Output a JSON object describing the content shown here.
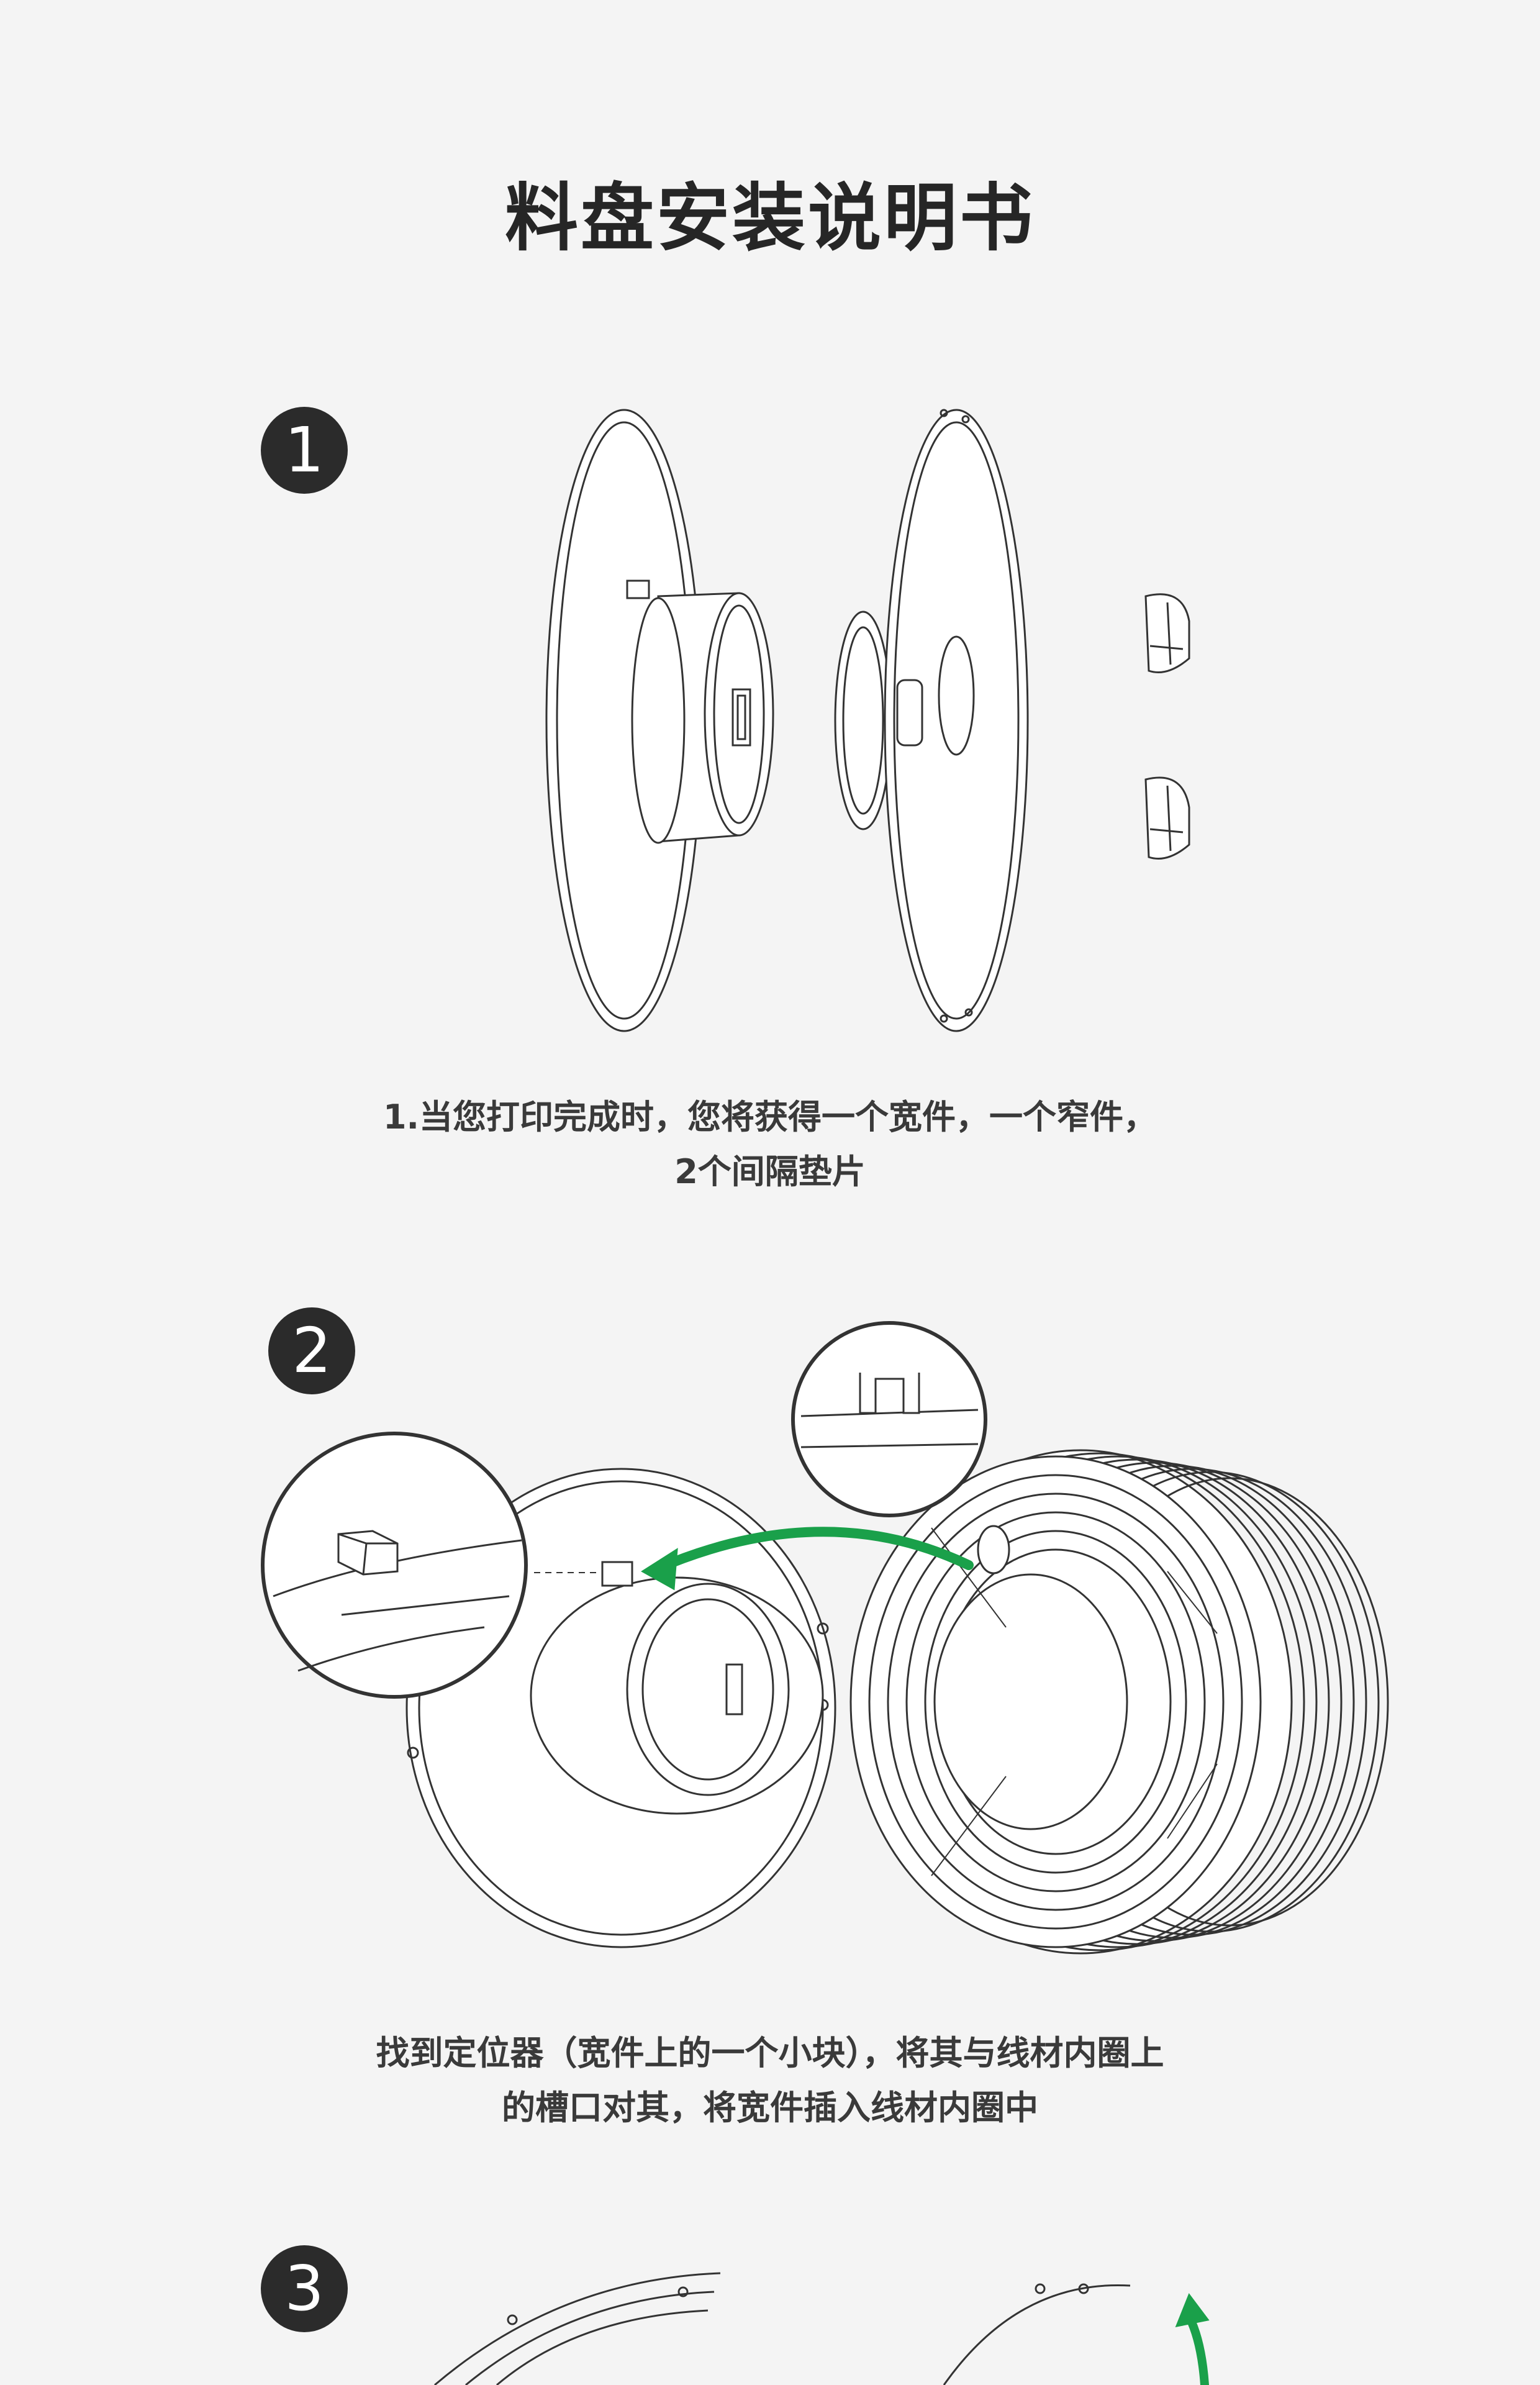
{
  "title": "料盘安装说明书",
  "steps": [
    {
      "number": "1",
      "caption_line1": "1.当您打印完成时，您将获得一个宽件，一个窄件，",
      "caption_line2": "2个间隔垫片"
    },
    {
      "number": "2",
      "caption_line1": "找到定位器（宽件上的一个小块），将其与线材内圈上",
      "caption_line2": "的槽口对其，将宽件插入线材内圈中"
    },
    {
      "number": "3"
    }
  ],
  "colors": {
    "accent_arrow": "#1aa04a",
    "badge": "#2b2b2b"
  }
}
